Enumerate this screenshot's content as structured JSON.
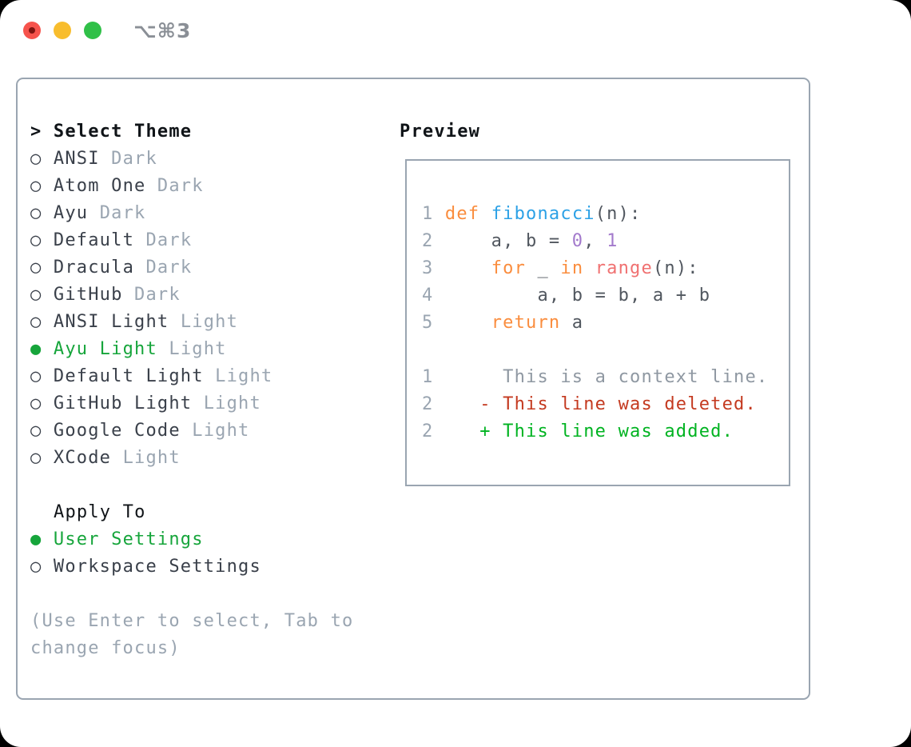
{
  "window": {
    "title": "⌥⌘3",
    "traffic_lights": [
      "close",
      "minimize",
      "zoom"
    ]
  },
  "glyphs": {
    "radio_unselected": "○",
    "radio_selected": "●",
    "header_prefix": "> "
  },
  "colors": {
    "border": "#9aa5b1",
    "muted": "#9aa5b1",
    "text": "#3a404a",
    "header": "#101418",
    "accent_green": "#16a53b",
    "title_gray": "#8a8f96",
    "tl_red": "#f6534c",
    "tl_red_dot": "#7e1410",
    "tl_yellow": "#f8bd2d",
    "tl_green": "#30c048",
    "code_plain": "#51575f",
    "code_kw": "#fa8d3e",
    "code_fn": "#2ca1e6",
    "code_const": "#a37acc",
    "code_markup": "#f07171",
    "code_ln": "#9aa5b1",
    "diff_ctx": "#8f98a2",
    "diff_del": "#c43a20",
    "diff_add": "#00b321"
  },
  "theme_panel": {
    "header_label": "Select Theme",
    "themes": [
      {
        "name": "ANSI",
        "variant": "Dark",
        "selected": false
      },
      {
        "name": "Atom One",
        "variant": "Dark",
        "selected": false
      },
      {
        "name": "Ayu",
        "variant": "Dark",
        "selected": false
      },
      {
        "name": "Default",
        "variant": "Dark",
        "selected": false
      },
      {
        "name": "Dracula",
        "variant": "Dark",
        "selected": false
      },
      {
        "name": "GitHub",
        "variant": "Dark",
        "selected": false
      },
      {
        "name": "ANSI Light",
        "variant": "Light",
        "selected": false
      },
      {
        "name": "Ayu Light",
        "variant": "Light",
        "selected": true
      },
      {
        "name": "Default Light",
        "variant": "Light",
        "selected": false
      },
      {
        "name": "GitHub Light",
        "variant": "Light",
        "selected": false
      },
      {
        "name": "Google Code",
        "variant": "Light",
        "selected": false
      },
      {
        "name": "XCode",
        "variant": "Light",
        "selected": false
      }
    ],
    "apply_to_label": "Apply To",
    "apply_options": [
      {
        "name": "User Settings",
        "selected": true
      },
      {
        "name": "Workspace Settings",
        "selected": false
      }
    ],
    "hint_lines": [
      "(Use Enter to select, Tab to",
      "change focus)"
    ]
  },
  "preview": {
    "label": "Preview",
    "lines": [
      {
        "num": "1",
        "segs": [
          {
            "c": "plain",
            "t": " "
          },
          {
            "c": "kw",
            "t": "def"
          },
          {
            "c": "plain",
            "t": " "
          },
          {
            "c": "fn",
            "t": "fibonacci"
          },
          {
            "c": "plain",
            "t": "(n):"
          }
        ]
      },
      {
        "num": "2",
        "segs": [
          {
            "c": "plain",
            "t": "     a, b = "
          },
          {
            "c": "const",
            "t": "0"
          },
          {
            "c": "plain",
            "t": ", "
          },
          {
            "c": "const",
            "t": "1"
          }
        ]
      },
      {
        "num": "3",
        "segs": [
          {
            "c": "plain",
            "t": "     "
          },
          {
            "c": "kw",
            "t": "for"
          },
          {
            "c": "plain",
            "t": " _ "
          },
          {
            "c": "kw",
            "t": "in"
          },
          {
            "c": "plain",
            "t": " "
          },
          {
            "c": "markup",
            "t": "range"
          },
          {
            "c": "plain",
            "t": "(n):"
          }
        ]
      },
      {
        "num": "4",
        "segs": [
          {
            "c": "plain",
            "t": "         a, b = b, a + b"
          }
        ]
      },
      {
        "num": "5",
        "segs": [
          {
            "c": "plain",
            "t": "     "
          },
          {
            "c": "kw",
            "t": "return"
          },
          {
            "c": "plain",
            "t": " a"
          }
        ]
      },
      {
        "num": "",
        "segs": []
      },
      {
        "num": "1",
        "segs": [
          {
            "c": "ctx",
            "t": "      This is a context line."
          }
        ]
      },
      {
        "num": "2",
        "segs": [
          {
            "c": "del",
            "t": "    - This line was deleted."
          }
        ]
      },
      {
        "num": "2",
        "segs": [
          {
            "c": "add",
            "t": "    + This line was added."
          }
        ]
      }
    ]
  }
}
